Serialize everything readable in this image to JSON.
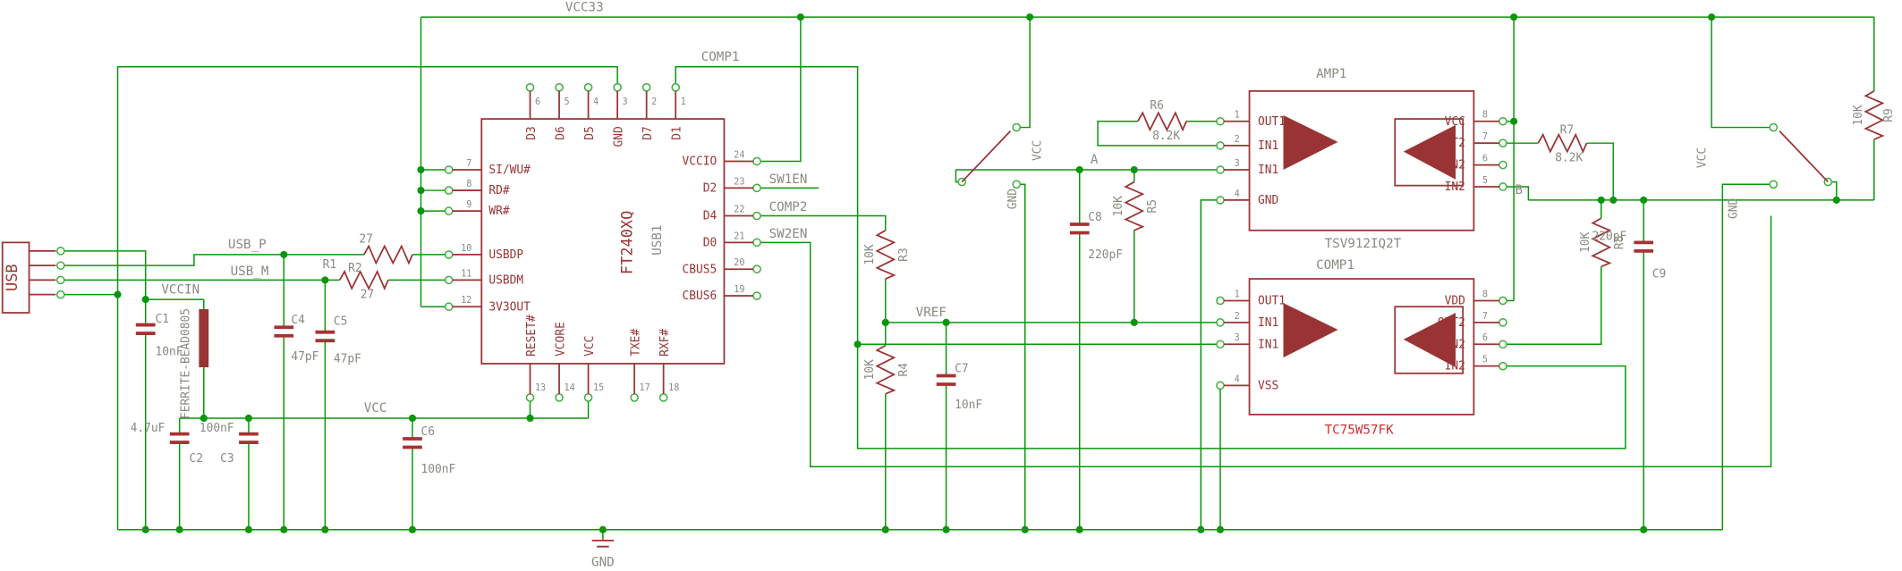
{
  "schematic": {
    "nets": {
      "vcc33": "VCC33",
      "comp1": "COMP1",
      "usb_p": "USB_P",
      "usb_m": "USB_M",
      "vccin": "VCCIN",
      "vcc": "VCC",
      "gnd": "GND",
      "sw1en": "SW1EN",
      "comp2": "COMP2",
      "sw2en": "SW2EN",
      "vref": "VREF",
      "a": "A",
      "b": "B"
    },
    "usb_connector": {
      "label": "USB"
    },
    "usb1": {
      "name": "USB1",
      "value": "FT240XQ",
      "left_pins": [
        {
          "num": "7",
          "label": "SI/WU#"
        },
        {
          "num": "8",
          "label": "RD#"
        },
        {
          "num": "9",
          "label": "WR#"
        },
        {
          "num": "10",
          "label": "USBDP"
        },
        {
          "num": "11",
          "label": "USBDM"
        },
        {
          "num": "12",
          "label": "3V3OUT"
        }
      ],
      "right_pins": [
        {
          "num": "24",
          "label": "VCCIO"
        },
        {
          "num": "23",
          "label": "D2"
        },
        {
          "num": "22",
          "label": "D4"
        },
        {
          "num": "21",
          "label": "D0"
        },
        {
          "num": "20",
          "label": "CBUS5"
        },
        {
          "num": "19",
          "label": "CBUS6"
        }
      ],
      "top_pins": [
        {
          "num": "6",
          "label": "D3"
        },
        {
          "num": "5",
          "label": "D6"
        },
        {
          "num": "4",
          "label": "D5"
        },
        {
          "num": "3",
          "label": "GND"
        },
        {
          "num": "2",
          "label": "D7"
        },
        {
          "num": "1",
          "label": "D1"
        }
      ],
      "bottom_pins": [
        {
          "num": "13",
          "label": "RESET#"
        },
        {
          "num": "14",
          "label": "VCORE"
        },
        {
          "num": "15",
          "label": "VCC"
        },
        {
          "num": "17",
          "label": "TXE#"
        },
        {
          "num": "18",
          "label": "RXF#"
        }
      ]
    },
    "amp1": {
      "name": "AMP1",
      "value": "TSV912IQ2T",
      "left_pins": [
        {
          "num": "1",
          "label": "OUT1"
        },
        {
          "num": "2",
          "label": "IN1"
        },
        {
          "num": "3",
          "label": "IN1"
        },
        {
          "num": "4",
          "label": "GND"
        }
      ],
      "right_pins": [
        {
          "num": "8",
          "label": "VCC"
        },
        {
          "num": "7",
          "label": "OUT2"
        },
        {
          "num": "6",
          "label": "IN2"
        },
        {
          "num": "5",
          "label": "IN2"
        }
      ]
    },
    "comp1": {
      "name": "COMP1",
      "value": "TC75W57FK",
      "left_pins": [
        {
          "num": "1",
          "label": "OUT1"
        },
        {
          "num": "2",
          "label": "IN1"
        },
        {
          "num": "3",
          "label": "IN1"
        },
        {
          "num": "4",
          "label": "VSS"
        }
      ],
      "right_pins": [
        {
          "num": "8",
          "label": "VDD"
        },
        {
          "num": "7",
          "label": "OUT2"
        },
        {
          "num": "6",
          "label": "IN2"
        },
        {
          "num": "5",
          "label": "IN2"
        }
      ]
    },
    "resistors": {
      "r1": {
        "name": "R1",
        "value": "27"
      },
      "r2": {
        "name": "R2",
        "value": "27"
      },
      "r3": {
        "name": "R3",
        "value": "10K"
      },
      "r4": {
        "name": "R4",
        "value": "10K"
      },
      "r5": {
        "name": "R5",
        "value": "10K"
      },
      "r6": {
        "name": "R6",
        "value": "8.2K"
      },
      "r7": {
        "name": "R7",
        "value": "8.2K"
      },
      "r8": {
        "name": "R8",
        "value": "10K"
      },
      "r9": {
        "name": "R9",
        "value": "10K"
      }
    },
    "capacitors": {
      "c1": {
        "name": "C1",
        "value": "10nF"
      },
      "c2": {
        "name": "C2",
        "value": "4.7uF"
      },
      "c3": {
        "name": "C3",
        "value": "100nF"
      },
      "c4": {
        "name": "C4",
        "value": "47pF"
      },
      "c5": {
        "name": "C5",
        "value": "47pF"
      },
      "c6": {
        "name": "C6",
        "value": "100nF"
      },
      "c7": {
        "name": "C7",
        "value": "10nF"
      },
      "c8": {
        "name": "C8",
        "value": "220pF"
      },
      "c9": {
        "name": "C9",
        "value": "220pF"
      }
    },
    "ferrite": {
      "value": "FERRITE-BEAD0805"
    },
    "colors": {
      "wire": "#0a960a",
      "symbol": "#9a3434",
      "text_gray": "#8a8a82",
      "value_red": "#cc3333",
      "background": "#ffffff"
    }
  }
}
